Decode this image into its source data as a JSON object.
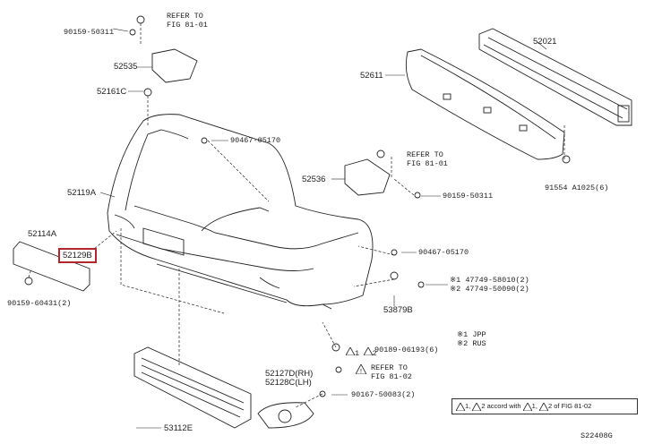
{
  "diagram_code": "S22408G",
  "refs": {
    "top_refer": [
      "REFER TO",
      "FIG 81-01"
    ],
    "mid_refer": [
      "REFER TO",
      "FIG 81-01"
    ],
    "low_refer": [
      "REFER TO",
      "FIG 81-02"
    ]
  },
  "parts": {
    "p90159_50311_top": "90159-50311",
    "p52535": "52535",
    "p52161c": "52161C",
    "p90467_05170_top": "90467-05170",
    "p52021": "52021",
    "p52611": "52611",
    "p52536": "52536",
    "p90159_50311_mid": "90159-50311",
    "p91554": "91554 A1025(6)",
    "p52119a": "52119A",
    "p52114a": "52114A",
    "p52129b": "52129B",
    "p90159_60431": "90159-60431(2)",
    "p90467_05170_mid": "90467-05170",
    "p47749_1": "※1 47749-58010(2)",
    "p47749_2": "※2 47749-50090(2)",
    "p53879b": "53879B",
    "p90189": "90189-06193(6)",
    "p52127d": "52127D(RH)",
    "p52128c": "52128C(LH)",
    "p90167": "90167-50083(2)",
    "p53112e": "53112E",
    "tri1": "1",
    "tri2": "2",
    "tri1b": "1",
    "tri2b": "2"
  },
  "notes": {
    "n1": "※1 JPP",
    "n2": "※2 RUS"
  },
  "legend": {
    "a": "1",
    "b": "2",
    "text": "accord with",
    "c": "1",
    "d": "2",
    "tail": "of FIG 81-02"
  }
}
